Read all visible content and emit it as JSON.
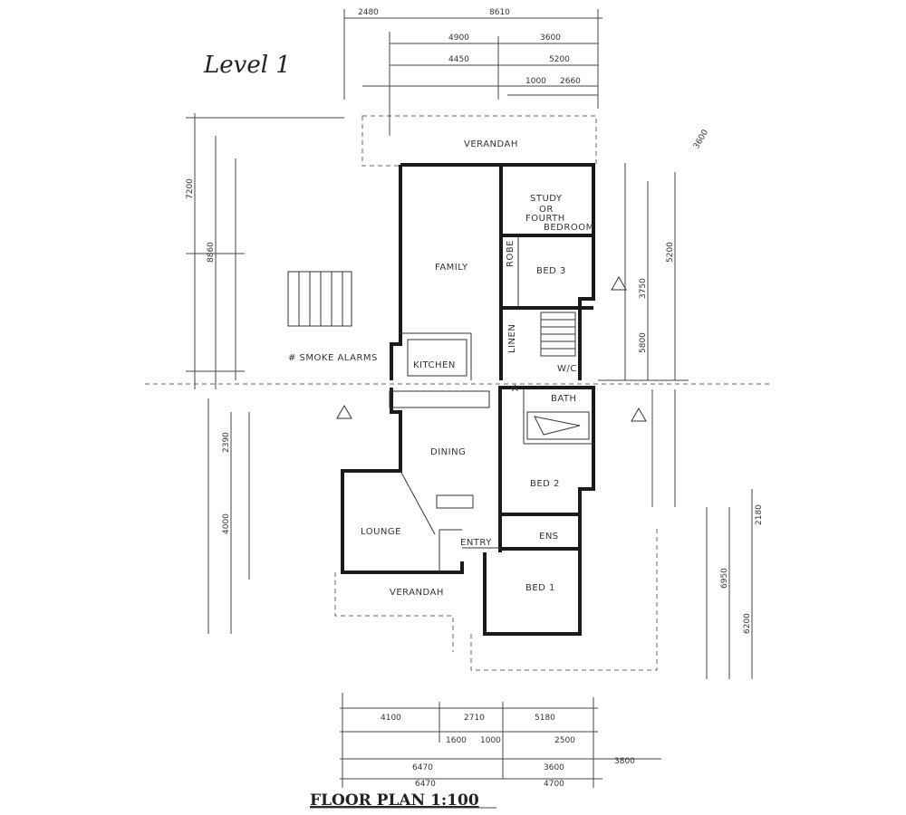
{
  "drawing": {
    "level_label": "Level 1",
    "title": "FLOOR PLAN  1:100",
    "rooms": {
      "verandah_top": "VERANDAH",
      "study": "STUDY",
      "study_or": "OR",
      "study_fourth": "FOURTH",
      "study_bedroom": "BEDROOM",
      "family": "FAMILY",
      "bed3": "BED 3",
      "kitchen": "KITCHEN",
      "wc": "W/C",
      "linen": "LINEN",
      "bath": "BATH",
      "dining": "DINING",
      "bed2": "BED 2",
      "lounge": "LOUNGE",
      "entry": "ENTRY",
      "ens": "ENS",
      "bed1": "BED 1",
      "verandah_bottom": "VERANDAH",
      "robe": "ROBE"
    },
    "notes": {
      "smoke_alarms": "# SMOKE ALARMS",
      "marker_a": "A"
    },
    "dimensions": {
      "top_overall": [
        "2480",
        "8610"
      ],
      "top_row2": [
        "4900",
        "3600"
      ],
      "top_row3": [
        "4450",
        "5200"
      ],
      "top_row4": [
        "1000",
        "2660"
      ],
      "left_vertical": [
        "7200",
        "8860",
        "2390",
        "4000"
      ],
      "right_vertical": [
        "3600",
        "5200",
        "3750",
        "5800",
        "2180",
        "6950",
        "6200"
      ],
      "bottom_row1": [
        "4100",
        "2710",
        "5180"
      ],
      "bottom_row2": [
        "1600",
        "1000",
        "2500"
      ],
      "bottom_row3": [
        "6470",
        "3600",
        "3800"
      ],
      "bottom_row4": [
        "6470",
        "4700"
      ]
    }
  }
}
